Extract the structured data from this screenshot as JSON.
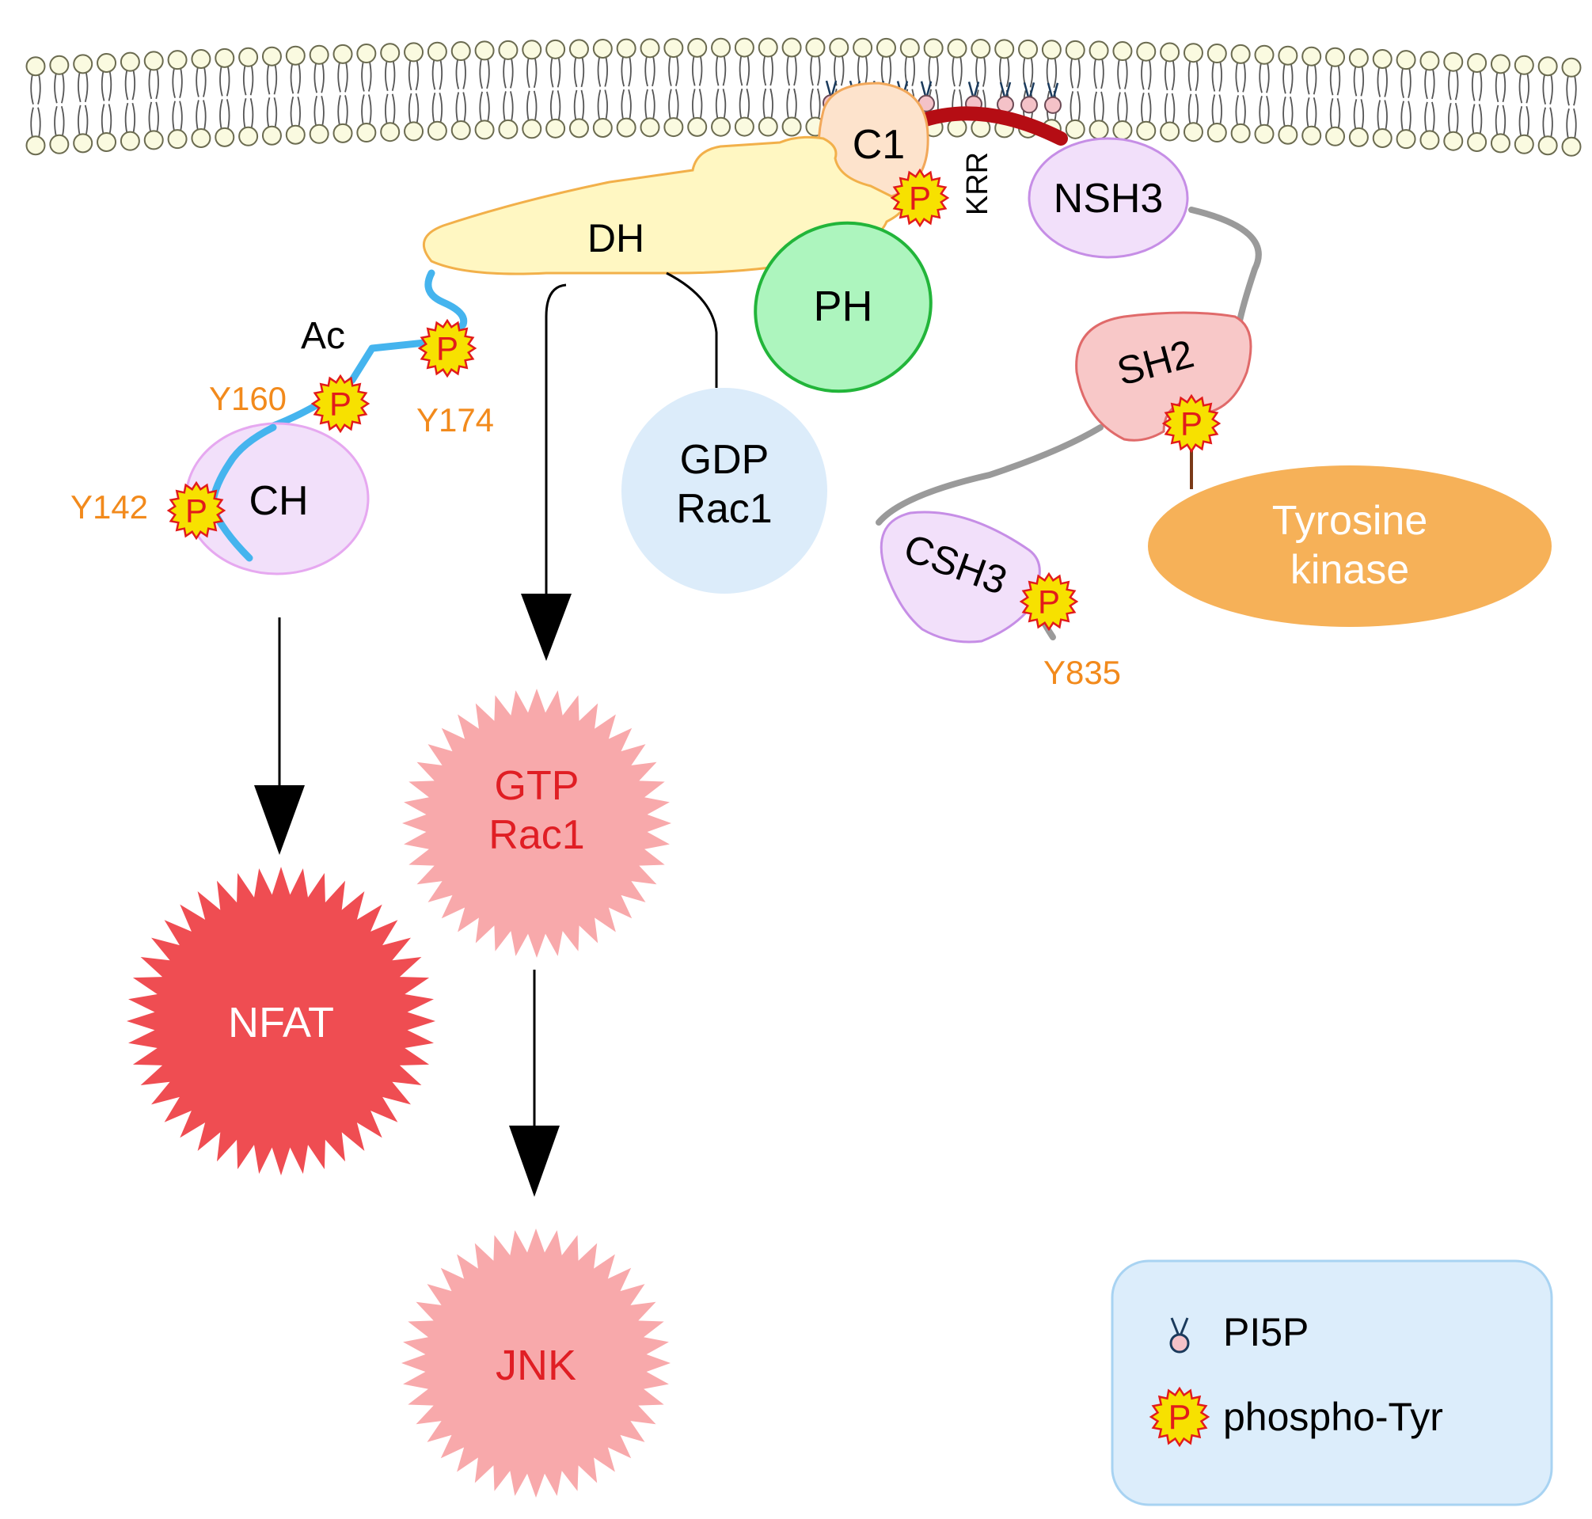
{
  "domains": {
    "dh": "DH",
    "c1": "C1",
    "ph": "PH",
    "krr": "KRR",
    "nsh3": "NSH3",
    "sh2": "SH2",
    "csh3": "CSH3",
    "ch": "CH",
    "acetyl": "Ac"
  },
  "sites": {
    "y174": "Y174",
    "y160": "Y160",
    "y142": "Y142",
    "y835": "Y835"
  },
  "phospho_glyph": "P",
  "rac1_gdp": {
    "line1": "GDP",
    "line2": "Rac1"
  },
  "rac1_gtp": {
    "line1": "GTP",
    "line2": "Rac1"
  },
  "tyrosine_kinase": {
    "line1": "Tyrosine",
    "line2": "kinase"
  },
  "nfat": "NFAT",
  "jnk": "JNK",
  "legend": {
    "pi5p": "PI5P",
    "phospho_tyr": "phospho-Tyr"
  },
  "colors": {
    "membrane_head": "#fafae0",
    "dh": "#fff7c2",
    "c1": "#fde3cc",
    "ph": "#adf5be",
    "sh3": "#f2e0fa",
    "sh2": "#f8c8c8",
    "rac1_gdp": "#dcecfa",
    "tyrosine_kinase": "#f6b158",
    "active_light": "#f8a9ab",
    "nfat": "#ef4d52",
    "site_label": "#f28a1c",
    "linker_blue": "#45b4ee",
    "krr_linker": "#b50d14",
    "legend_bg": "#dcedfb"
  }
}
